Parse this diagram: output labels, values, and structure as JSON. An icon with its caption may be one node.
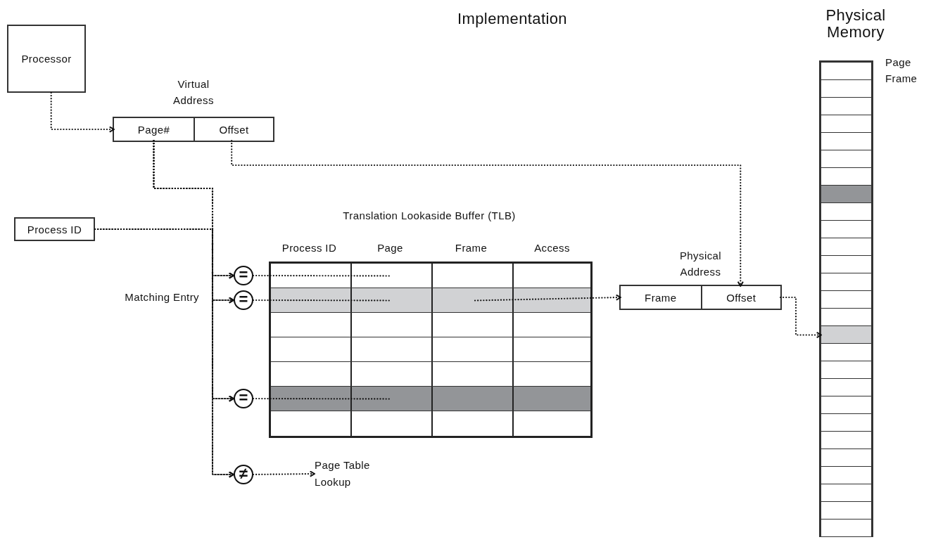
{
  "diagram": {
    "title": "Implementation",
    "nodes": [
      {
        "text": [
          "Processor"
        ]
      },
      {
        "text": [
          "Virtual Address"
        ]
      },
      {
        "text": [
          "Page#"
        ],
        "in": 1
      },
      {
        "text": [
          "Offset"
        ],
        "in": 1
      },
      {
        "text": [
          "Process ID"
        ]
      },
      {
        "text": [
          "Translation Lookaside Buffer (TLB)",
          "Process ID",
          "Page",
          "Frame",
          "Access"
        ]
      },
      {
        "text": [],
        "shape": "bar",
        "in": 5
      },
      {
        "text": [],
        "shape": "bar",
        "in": 5
      },
      {
        "text": [],
        "shape": "bar",
        "in": 5
      },
      {
        "text": [],
        "shape": "bar",
        "in": 5
      },
      {
        "text": [],
        "shape": "bar",
        "in": 5
      },
      {
        "text": [],
        "shape": "bar",
        "in": 5
      },
      {
        "text": [],
        "shape": "bar",
        "in": 5
      },
      {
        "text": [
          "="
        ]
      },
      {
        "text": [
          "="
        ],
        "beside": [
          "Matching Entry"
        ]
      },
      {
        "text": [
          "="
        ]
      },
      {
        "text": [
          "≠"
        ]
      },
      {
        "text": [
          "Page Table Lookup"
        ]
      },
      {
        "text": [
          "Physical Address"
        ]
      },
      {
        "text": [
          "Frame"
        ],
        "in": 18
      },
      {
        "text": [
          "Offset"
        ],
        "in": 18
      },
      {
        "text": [
          "Physical Memory"
        ],
        "beside": [
          "Page Frame"
        ]
      },
      {
        "text": [],
        "shape": "box",
        "in": 21
      },
      {
        "text": [],
        "shape": "box",
        "in": 21
      },
      {
        "text": [],
        "shape": "box",
        "in": 21
      },
      {
        "text": [],
        "shape": "box",
        "in": 21
      },
      {
        "text": [],
        "shape": "box",
        "in": 21
      },
      {
        "text": [],
        "shape": "box",
        "in": 21
      },
      {
        "text": [],
        "shape": "box",
        "in": 21
      },
      {
        "text": [],
        "shape": "box",
        "in": 21
      },
      {
        "text": [],
        "shape": "box",
        "in": 21
      },
      {
        "text": [],
        "shape": "box",
        "in": 21
      },
      {
        "text": [],
        "shape": "box",
        "in": 21
      },
      {
        "text": [],
        "shape": "box",
        "in": 21
      },
      {
        "text": [],
        "shape": "box",
        "in": 21
      },
      {
        "text": [],
        "shape": "box",
        "in": 21
      },
      {
        "text": [],
        "shape": "box",
        "in": 21
      },
      {
        "text": [],
        "shape": "box",
        "in": 21
      },
      {
        "text": [],
        "shape": "box",
        "in": 21
      },
      {
        "text": [],
        "shape": "box",
        "in": 21
      },
      {
        "text": [],
        "shape": "box",
        "in": 21
      },
      {
        "text": [],
        "shape": "box",
        "in": 21
      },
      {
        "text": [],
        "shape": "box",
        "in": 21
      },
      {
        "text": [],
        "shape": "box",
        "in": 21
      },
      {
        "text": [],
        "shape": "box",
        "in": 21
      },
      {
        "text": [],
        "shape": "box",
        "in": 21
      },
      {
        "text": [],
        "shape": "box",
        "in": 21
      },
      {
        "text": [],
        "shape": "box",
        "in": 21
      },
      {
        "text": [],
        "shape": "box",
        "in": 21
      }
    ],
    "edges": [
      {
        "from": 0,
        "to": 2,
        "arrow": "to"
      },
      {
        "from": 2,
        "to": 13,
        "arrow": "to"
      },
      {
        "from": 2,
        "to": 14,
        "arrow": "to"
      },
      {
        "from": 2,
        "to": 15,
        "arrow": "to"
      },
      {
        "from": 2,
        "to": 16,
        "arrow": "to"
      },
      {
        "from": 4,
        "to": 13,
        "arrow": "to"
      },
      {
        "from": 4,
        "to": 14,
        "arrow": "to"
      },
      {
        "from": 4,
        "to": 15,
        "arrow": "to"
      },
      {
        "from": 4,
        "to": 16,
        "arrow": "to"
      },
      {
        "from": 13,
        "to": 6,
        "arrow": "none"
      },
      {
        "from": 14,
        "to": 7,
        "arrow": "none"
      },
      {
        "from": 15,
        "to": 11,
        "arrow": "none"
      },
      {
        "from": 16,
        "to": 17,
        "arrow": "to"
      },
      {
        "from": 7,
        "to": 19,
        "arrow": "to"
      },
      {
        "from": 3,
        "to": 20,
        "arrow": "to"
      },
      {
        "from": 20,
        "to": 37,
        "arrow": "to"
      }
    ]
  }
}
